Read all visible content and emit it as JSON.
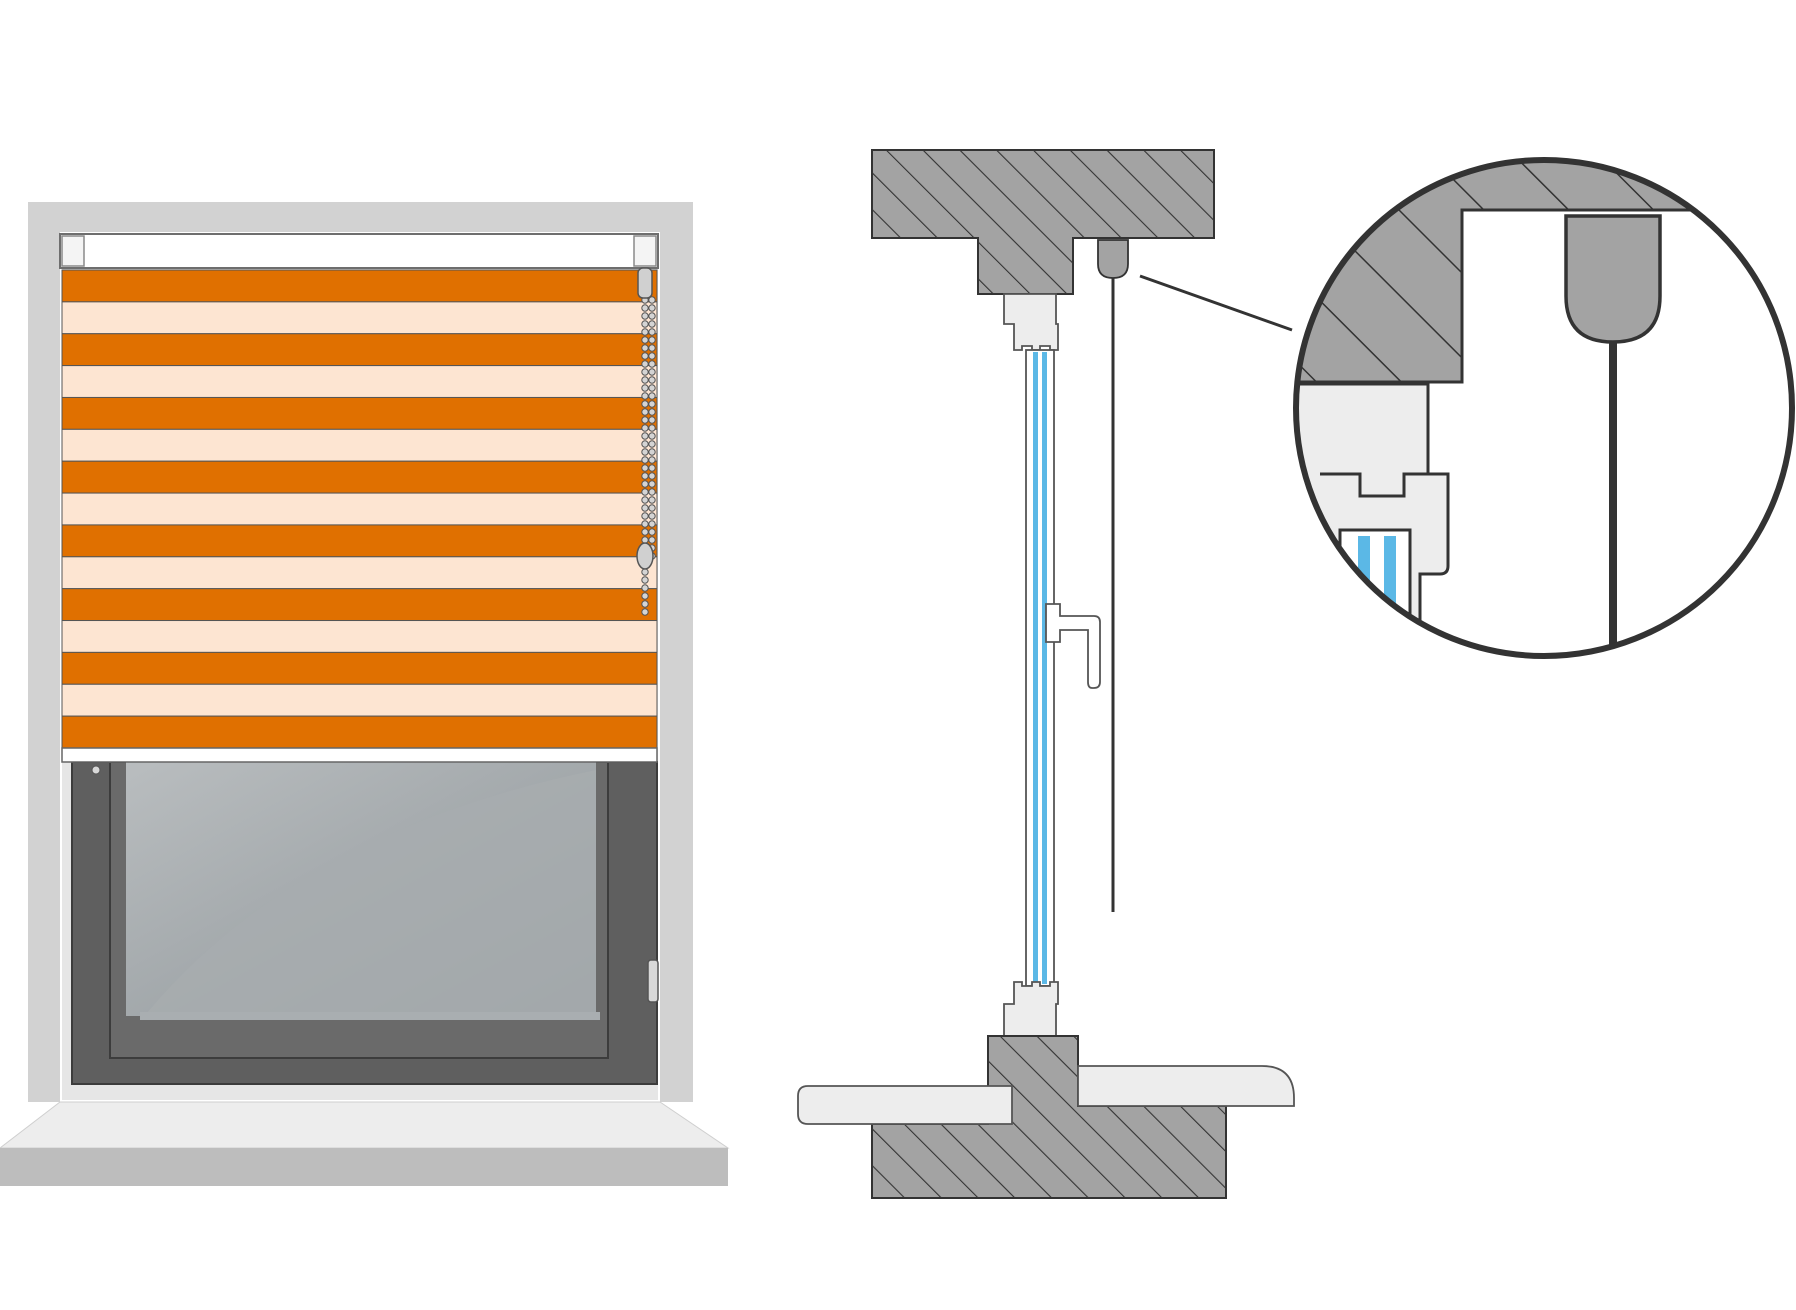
{
  "diagram": {
    "left_illustration": "window-with-striped-roller-blind",
    "right_illustration": "cross-section-with-detail-magnifier",
    "stripe_count": 15,
    "colors": {
      "stripe_orange": "#E07000",
      "stripe_light": "#FDE5D2",
      "wall": "#D2D2D2",
      "window_frame": "#5F5F5F",
      "glass": "#9DA3A6",
      "masonry": "#A3A3A3",
      "glass_blue": "#5BB8E6",
      "outline": "#333333"
    }
  }
}
